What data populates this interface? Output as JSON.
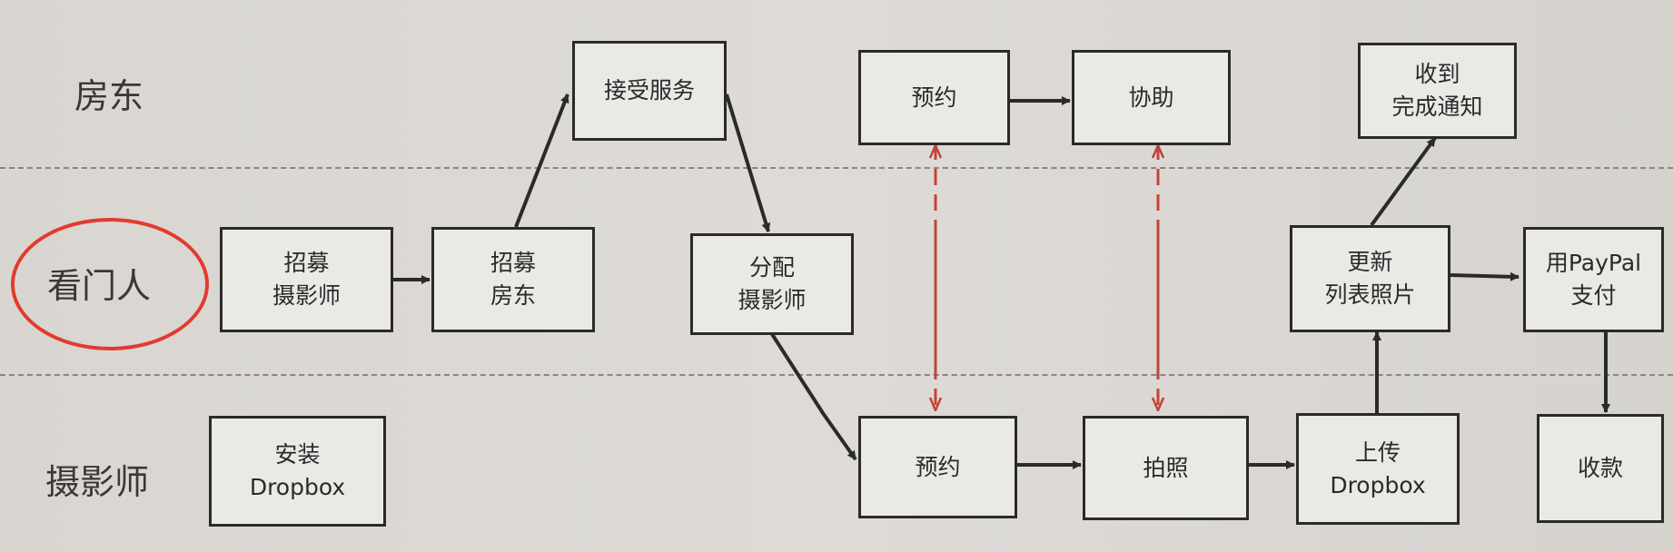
{
  "lanes": {
    "landlord": "房东",
    "gatekeeper": "看门人",
    "photographer": "摄影师"
  },
  "boxes": {
    "accept_service": [
      "接受服务"
    ],
    "book_landlord": [
      "预约"
    ],
    "assist": [
      "协助"
    ],
    "receive_completion": [
      "收到",
      "完成通知"
    ],
    "recruit_photographer": [
      "招募",
      "摄影师"
    ],
    "recruit_landlord": [
      "招募",
      "房东"
    ],
    "assign_photographer": [
      "分配",
      "摄影师"
    ],
    "update_listing": [
      "更新",
      "列表照片"
    ],
    "pay_paypal": [
      "用PayPal",
      "支付"
    ],
    "install_dropbox": [
      "安装",
      "Dropbox"
    ],
    "book_photographer": [
      "预约"
    ],
    "take_photos": [
      "拍照"
    ],
    "upload_dropbox": [
      "上传",
      "Dropbox"
    ],
    "receive_payment": [
      "收款"
    ]
  },
  "colors": {
    "box_border": "#2a2a2a",
    "arrow": "#2a2a2a",
    "dashed_arrow": "#c0443a",
    "highlight_circle": "#e23b2e"
  }
}
